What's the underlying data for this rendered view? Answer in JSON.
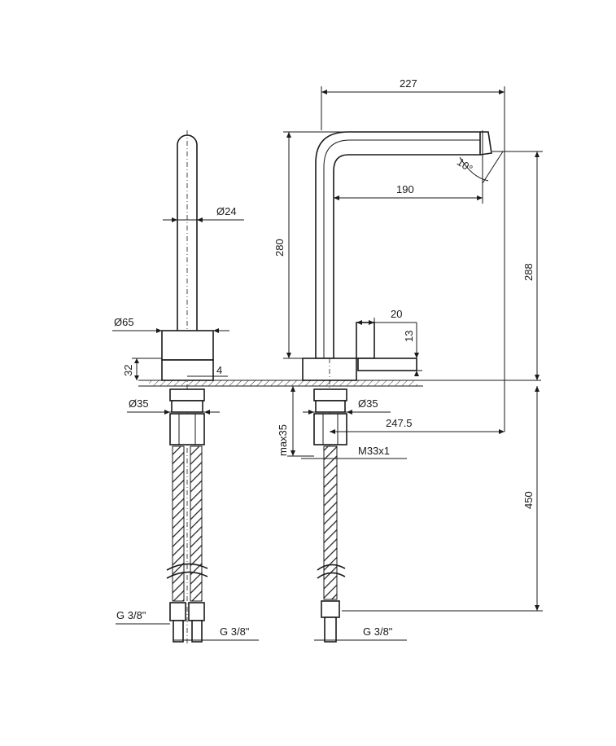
{
  "dimensions": {
    "d227": "227",
    "d190": "190",
    "d10deg": "10°",
    "d280": "280",
    "d288": "288",
    "d24": "Ø24",
    "d65": "Ø65",
    "d32": "32",
    "d4": "4",
    "d20": "20",
    "d13": "13",
    "d35_left": "Ø35",
    "d35_right": "Ø35",
    "d247_5": "247.5",
    "max35": "max35",
    "m33": "M33x1",
    "d450": "450",
    "g38_left_a": "G 3/8\"",
    "g38_left_b": "G 3/8\"",
    "g38_right": "G 3/8\""
  }
}
